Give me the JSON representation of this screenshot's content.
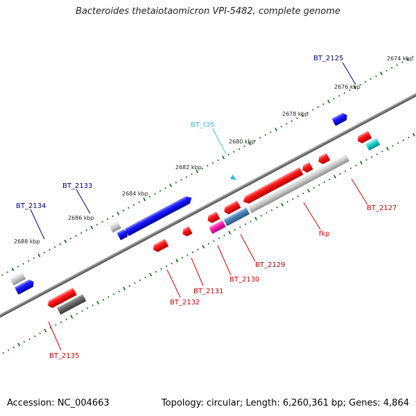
{
  "title": "Bacteroides thetaiotaomicron VPI-5482, complete genome",
  "footer": {
    "accession": "Accession: NC_004663",
    "summary": "Topology: circular; Length: 6,260,361 bp; Genes: 4,864"
  },
  "colors": {
    "forward_gene": "#0000ff",
    "reverse_gene": "#ff0000",
    "rna": "#00bfff",
    "pseudo": "#c0c0c0",
    "backbone": "#808080",
    "tick": "#006400",
    "forward_label": "#000080",
    "reverse_label": "#cc0000",
    "rna_label": "#40c0e0"
  },
  "ticks": [
    {
      "kbp": 2674,
      "label": "2674 kbp"
    },
    {
      "kbp": 2676,
      "label": "2676 kbp"
    },
    {
      "kbp": 2678,
      "label": "2678 kbp"
    },
    {
      "kbp": 2680,
      "label": "2680 kbp"
    },
    {
      "kbp": 2682,
      "label": "2682 kbp"
    },
    {
      "kbp": 2684,
      "label": "2684 kbp"
    },
    {
      "kbp": 2686,
      "label": "2686 kbp"
    },
    {
      "kbp": 2688,
      "label": "2688 kbp"
    }
  ],
  "gene_labels": [
    {
      "text": "BT_2125",
      "strand": "forward"
    },
    {
      "text": "BT_t35",
      "strand": "rna"
    },
    {
      "text": "BT_2133",
      "strand": "forward"
    },
    {
      "text": "BT_2134",
      "strand": "forward"
    },
    {
      "text": "BT_2127",
      "strand": "reverse"
    },
    {
      "text": "fkp",
      "strand": "reverse"
    },
    {
      "text": "BT_2129",
      "strand": "reverse"
    },
    {
      "text": "BT_2130",
      "strand": "reverse"
    },
    {
      "text": "BT_2131",
      "strand": "reverse"
    },
    {
      "text": "BT_2132",
      "strand": "reverse"
    },
    {
      "text": "BT_2135",
      "strand": "reverse"
    }
  ]
}
